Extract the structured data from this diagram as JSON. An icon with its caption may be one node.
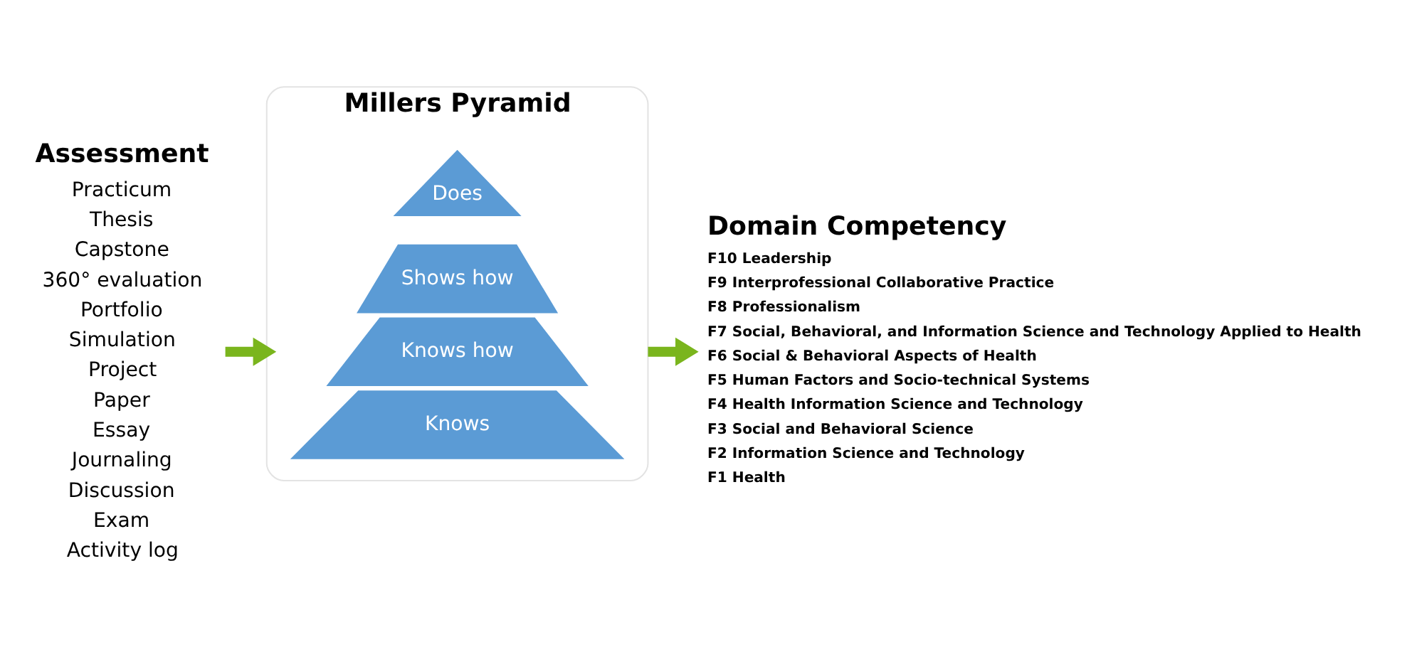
{
  "diagram": {
    "nodes": [
      {
        "text": [
          "Assessment",
          "Practicum",
          "Thesis",
          "Capstone",
          "360° evaluation",
          "Portfolio",
          "Simulation",
          "Project",
          "Paper",
          "Essay",
          "Journaling",
          "Discussion",
          "Exam",
          "Activity log"
        ]
      },
      {
        "text": [
          "Millers Pyramid"
        ]
      },
      {
        "text": [
          "Does"
        ],
        "in": 1
      },
      {
        "text": [
          "Shows how"
        ],
        "in": 1
      },
      {
        "text": [
          "Knows how"
        ],
        "in": 1
      },
      {
        "text": [
          "Knows"
        ],
        "in": 1
      },
      {
        "text": [
          "Domain Competency",
          "F10 Leadership",
          "F9 Interprofessional Collaborative Practice",
          "F8 Professionalism",
          "F7 Social, Behavioral, and Information Science and Technology Applied to Health",
          "F6 Social & Behavioral Aspects of Health",
          "F5 Human Factors and Socio-technical Systems",
          "F4 Health Information Science and Technology",
          "F3 Social and Behavioral Science",
          "F2 Information Science and Technology",
          "F1 Health"
        ]
      }
    ],
    "edges": [
      {
        "from": 0,
        "to": 1,
        "arrow": "to"
      },
      {
        "from": 1,
        "to": 6,
        "arrow": "to"
      }
    ]
  }
}
